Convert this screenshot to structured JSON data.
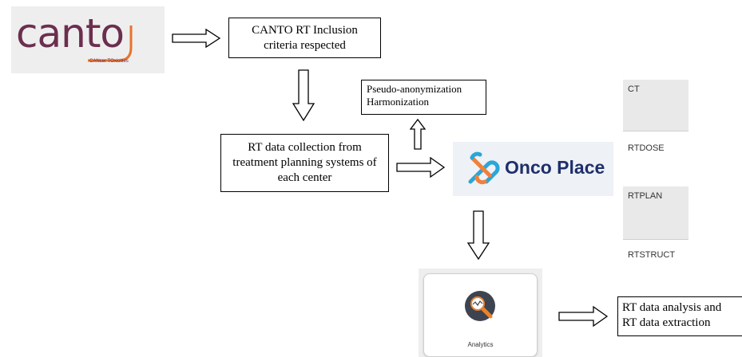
{
  "logo": {
    "wordmark": "canto",
    "tagline": "CANcer TOxicities",
    "colors": {
      "text": "#6b2f4e",
      "accent": "#e8732a",
      "background": "#eeeeee"
    }
  },
  "boxes": {
    "inclusion": "CANTO RT Inclusion criteria respected",
    "pseudo": [
      "Pseudo-anonymization",
      "Harmonization"
    ],
    "collection": "RT data collection from treatment planning systems of each center",
    "analysis": [
      "RT data analysis and",
      "RT data extraction"
    ]
  },
  "oncoplace": {
    "name": "Onco Place",
    "colors": {
      "text": "#1e2f6b",
      "icon_blue": "#2aa6d9",
      "icon_orange": "#f0803c"
    }
  },
  "files": [
    "CT",
    "RTDOSE",
    "RTPLAN",
    "RTSTRUCT"
  ],
  "analytics": {
    "label": "Analytics",
    "icon": "magnifier-chart-icon"
  }
}
